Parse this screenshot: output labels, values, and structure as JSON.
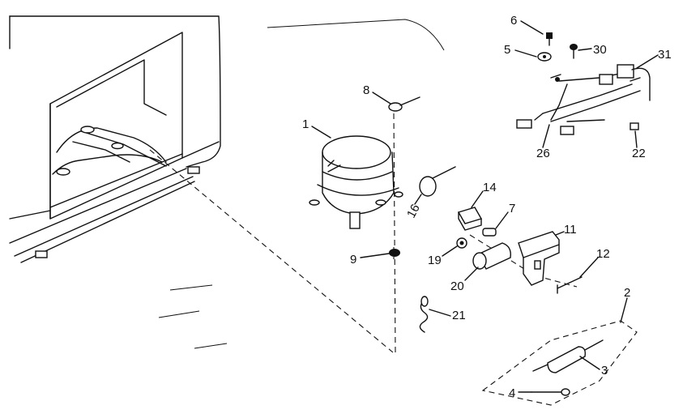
{
  "diagram": {
    "type": "exploded-parts-diagram",
    "colors": {
      "ink": "#111111",
      "paper": "#ffffff"
    },
    "part_labels": [
      "1",
      "2",
      "3",
      "4",
      "5",
      "6",
      "7",
      "8",
      "9",
      "11",
      "12",
      "14",
      "16",
      "19",
      "20",
      "21",
      "22",
      "26",
      "30",
      "31"
    ]
  }
}
